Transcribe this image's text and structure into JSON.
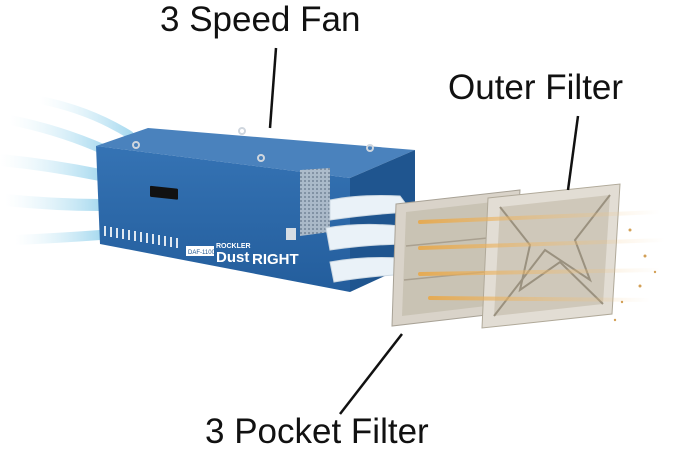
{
  "labels": {
    "fan": "3 Speed Fan",
    "outer_filter": "Outer Filter",
    "pocket_filter": "3 Pocket Filter"
  },
  "unit": {
    "brand": "ROCKLER",
    "name_a": "Dust",
    "name_b": "RIGHT",
    "model": "DAF-1100"
  },
  "colors": {
    "housing_front": "#2B67A8",
    "housing_top": "#4A82BD",
    "housing_side": "#1F558F",
    "pocket_fabric": "#EAF2F8",
    "filter_frame": "#D9D3C9",
    "filter_media": "#C9C3B4",
    "dust": "#C8892E",
    "air_flow": "#BFE3F2",
    "leader_line": "#111111"
  }
}
